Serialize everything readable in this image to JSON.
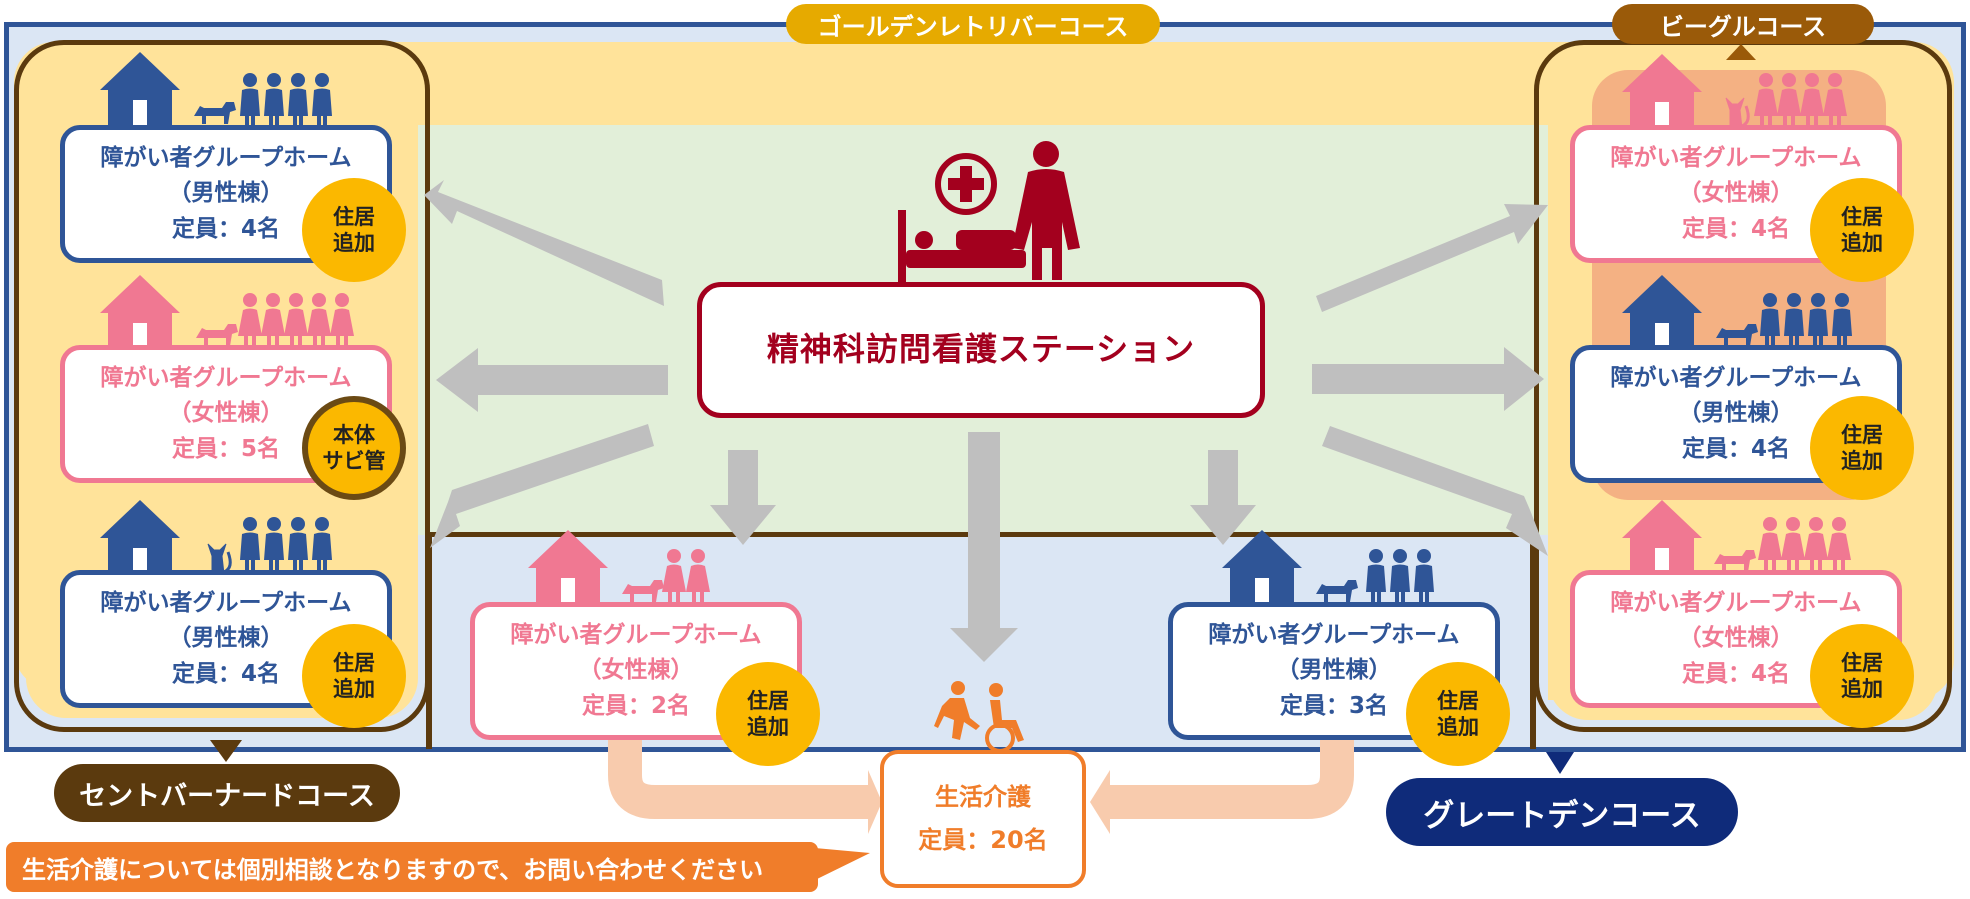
{
  "colors": {
    "male": "#2f5597",
    "female": "#f07892",
    "badge": "#fbb800",
    "station": "#a3001e",
    "arrow": "#bfbfbf",
    "brown": "#5b3a0e",
    "beagle": "#9a5a09",
    "golden": "#e6aa00",
    "greatdane": "#0f2b7a",
    "notice": "#f07d2a"
  },
  "courses": {
    "golden": "ゴールデンレトリバーコース",
    "beagle": "ビーグルコース",
    "stbernard": "セントバーナードコース",
    "greatdane": "グレートデンコース"
  },
  "station": {
    "label": "精神科訪問看護ステーション"
  },
  "homes": [
    {
      "id": "l1",
      "name": "障がい者グループホーム",
      "building": "（男性棟）",
      "capacity": "定員：4名",
      "badge": [
        "住居",
        "追加"
      ]
    },
    {
      "id": "l2",
      "name": "障がい者グループホーム",
      "building": "（女性棟）",
      "capacity": "定員：5名",
      "badge": [
        "本体",
        "サビ管"
      ]
    },
    {
      "id": "l3",
      "name": "障がい者グループホーム",
      "building": "（男性棟）",
      "capacity": "定員：4名",
      "badge": [
        "住居",
        "追加"
      ]
    },
    {
      "id": "c1",
      "name": "障がい者グループホーム",
      "building": "（女性棟）",
      "capacity": "定員：2名",
      "badge": [
        "住居",
        "追加"
      ]
    },
    {
      "id": "c2",
      "name": "障がい者グループホーム",
      "building": "（男性棟）",
      "capacity": "定員：3名",
      "badge": [
        "住居",
        "追加"
      ]
    },
    {
      "id": "r1",
      "name": "障がい者グループホーム",
      "building": "（女性棟）",
      "capacity": "定員：4名",
      "badge": [
        "住居",
        "追加"
      ]
    },
    {
      "id": "r2",
      "name": "障がい者グループホーム",
      "building": "（男性棟）",
      "capacity": "定員：4名",
      "badge": [
        "住居",
        "追加"
      ]
    },
    {
      "id": "r3",
      "name": "障がい者グループホーム",
      "building": "（女性棟）",
      "capacity": "定員：4名",
      "badge": [
        "住居",
        "追加"
      ]
    }
  ],
  "daycare": {
    "title": "生活介護",
    "capacity": "定員：20名"
  },
  "notice": "生活介護については個別相談となりますので、お問い合わせください"
}
